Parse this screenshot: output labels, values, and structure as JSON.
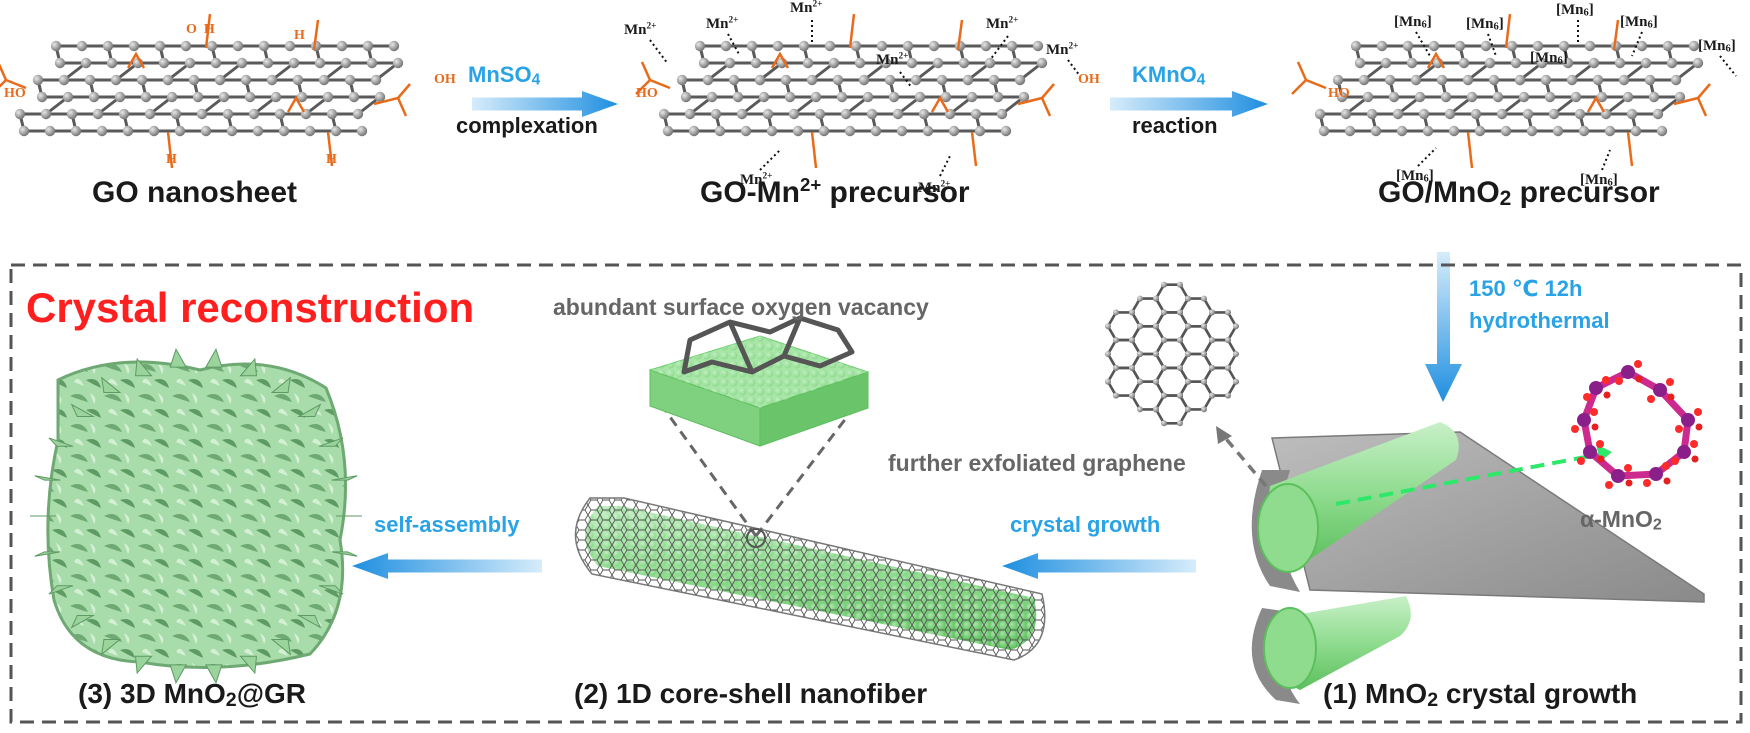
{
  "top_row": {
    "go_label": "GO nanosheet",
    "step1_top": "MnSO4",
    "step1_bottom": "complexation",
    "precursor1_base": "GO-Mn",
    "precursor1_sup": "2+",
    "precursor1_rest": " precursor",
    "step2_top": "KMnO4",
    "step2_bottom": "reaction",
    "precursor2_label": "GO/MnO2 precursor"
  },
  "hydrothermal": {
    "line1": "150 ℃ 12h",
    "line2": "hydrothermal"
  },
  "box": {
    "title": "Crystal  reconstruction",
    "oxygen_note": "abundant surface oxygen vacancy",
    "exfoliated_note": "further exfoliated graphene",
    "crystal_growth_label": "crystal growth",
    "self_assembly_label": "self-assembly",
    "alpha_label": "α-MnO2",
    "stage1_label": "(1) MnO2 crystal growth",
    "stage2_label": "(2) 1D core-shell nanofiber",
    "stage3_label": "(3) 3D MnO2@GR"
  },
  "chem_tags": {
    "mn2": "Mn2+",
    "mn6": "[Mn6]",
    "oh": "OH",
    "ho": "HO",
    "o": "O",
    "h": "H"
  },
  "colors": {
    "arrow_blue": "#1f8fe0",
    "functional_orange": "#e86a1a",
    "title_red": "#ff1f1f",
    "mno2_green": "#8fdc8f",
    "sheet_gray": "#9a9a9a"
  }
}
